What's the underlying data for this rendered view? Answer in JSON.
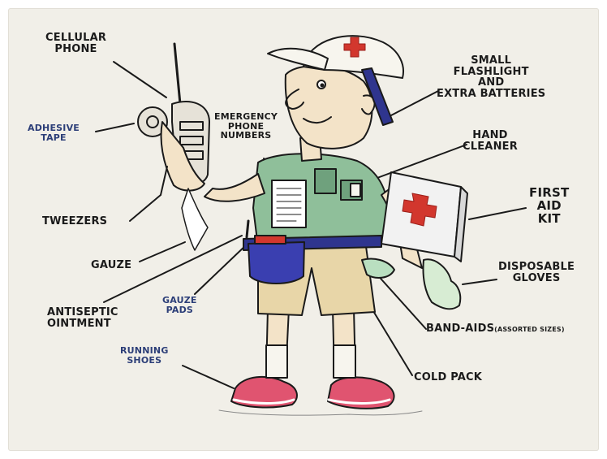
{
  "labels": {
    "cellular_phone": "CELLULAR\nPHONE",
    "adhesive_tape": "ADHESIVE\nTAPE",
    "tweezers": "TWEEZERS",
    "gauze": "GAUZE",
    "antiseptic_ointment": "ANTISEPTIC\nOINTMENT",
    "gauze_pads": "GAUZE\nPADS",
    "running_shoes": "RUNNING\nSHOES",
    "emergency_phone_numbers": "EMERGENCY\nPHONE\nNUMBERS",
    "small_flashlight": "SMALL\nFLASHLIGHT\nAND\nEXTRA BATTERIES",
    "hand_cleaner": "HAND\nCLEANER",
    "first_aid_kit": "FIRST\nAID\nKIT",
    "disposable_gloves": "DISPOSABLE\nGLOVES",
    "band_aids": "BAND-AIDS",
    "band_aids_note": "(ASSORTED SIZES)",
    "cold_pack": "COLD PACK"
  },
  "colors": {
    "paper": "#f1efe8",
    "red_cross": "#d2372e",
    "shirt": "#8fbf9a",
    "shorts": "#e8d6a8",
    "pouch": "#3a3fb0",
    "skin": "#f3e3c8",
    "shoes": "#e05470"
  }
}
